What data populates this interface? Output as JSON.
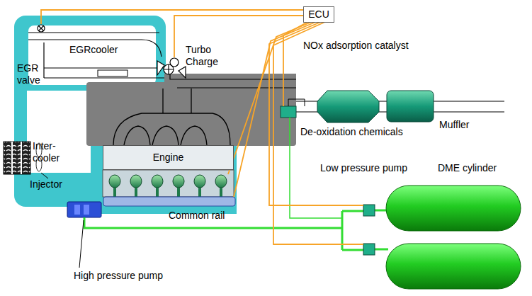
{
  "diagram": {
    "nodes": [
      {
        "text": [
          "ECU"
        ]
      },
      {
        "text": [
          "Engine"
        ]
      }
    ],
    "labels": [
      "Turbo Charge",
      "EGRcooler",
      "EGR valve",
      "NOx adsorption catalyst",
      "Muffler",
      "De-oxidation chemicals",
      "Inter-cooler",
      "Injector",
      "Common rail",
      "Low pressure pump",
      "DME cylinder",
      "High pressure pump"
    ]
  }
}
